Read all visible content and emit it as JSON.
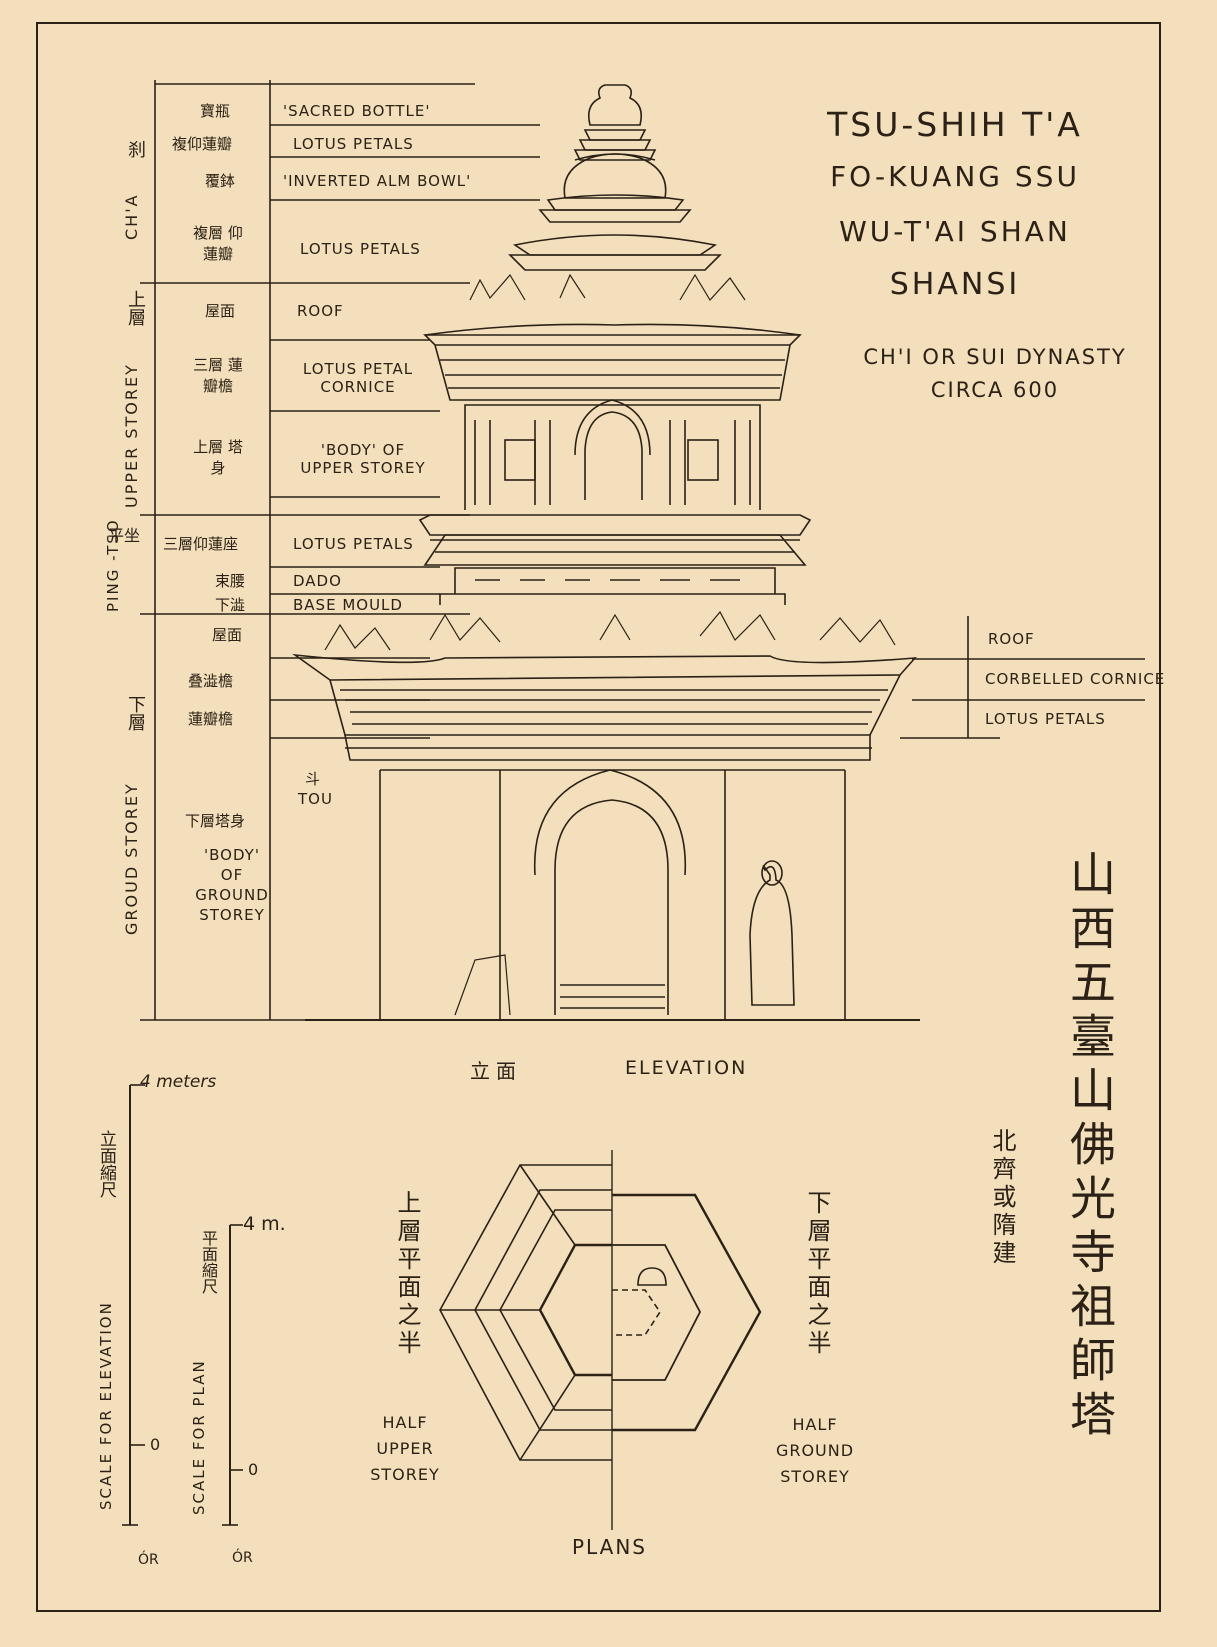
{
  "title": {
    "line1": "TSU-SHIH T'A",
    "line2": "FO-KUANG SSU",
    "line3": "WU-T'AI SHAN",
    "line4": "SHANSI",
    "period1": "CH'I OR SUI DYNASTY",
    "period2": "CIRCA 600"
  },
  "chinese_title": {
    "main": "山西五臺山佛光寺祖師塔",
    "dynasty": "北齊或隋建"
  },
  "zones": {
    "cha_en": "CH'A",
    "cha_zh": "刹",
    "upper_en": "UPPER STOREY",
    "upper_zh": "上層",
    "pingtso_en": "PING -TSO",
    "pingtso_zh": "平坐",
    "ground_en": "GROUD STOREY",
    "ground_zh": "下層"
  },
  "labels": [
    {
      "zh": "寶瓶",
      "en": "'SACRED BOTTLE'"
    },
    {
      "zh": "複仰蓮瓣",
      "en": "LOTUS PETALS"
    },
    {
      "zh": "覆鉢",
      "en": "'INVERTED ALM BOWL'"
    },
    {
      "zh": "複層 仰蓮瓣",
      "en": "LOTUS PETALS"
    },
    {
      "zh": "屋面",
      "en": "ROOF"
    },
    {
      "zh": "三層 蓮瓣檐",
      "en": "LOTUS PETAL CORNICE"
    },
    {
      "zh": "上層 塔身",
      "en": "'BODY' OF UPPER STOREY"
    },
    {
      "zh": "三層仰蓮座",
      "en": "LOTUS PETALS"
    },
    {
      "zh": "束腰",
      "en": "DADO"
    },
    {
      "zh": "下澁",
      "en": "BASE MOULD"
    },
    {
      "zh": "屋面",
      "en": ""
    },
    {
      "zh": "叠澁檐",
      "en": ""
    },
    {
      "zh": "蓮瓣檐",
      "en": ""
    },
    {
      "zh": "下層塔身",
      "en": "'BODY' OF GROUND STOREY"
    }
  ],
  "right_labels": [
    "ROOF",
    "CORBELLED CORNICE",
    "LOTUS PETALS"
  ],
  "tou": {
    "zh": "斗",
    "en": "TOU"
  },
  "elevation": {
    "zh": "立面",
    "en": "ELEVATION"
  },
  "plans": {
    "title": "PLANS",
    "left_zh": "上層平面之半",
    "right_zh": "下層平面之半",
    "left_en": "HALF UPPER STOREY",
    "right_en": "HALF GROUND STOREY"
  },
  "scales": {
    "elevation_top": "4 meters",
    "elevation_zero": "0",
    "elevation_zh": "立面縮尺",
    "elevation_en": "SCALE FOR ELEVATION",
    "plan_top": "4 m.",
    "plan_zero": "0",
    "plan_zh": "平面縮尺",
    "plan_en": "SCALE FOR PLAN",
    "foot1": "ÓR",
    "foot2": "ÓR"
  },
  "colors": {
    "paper": "#f3dfbb",
    "ink": "#2b2116"
  }
}
